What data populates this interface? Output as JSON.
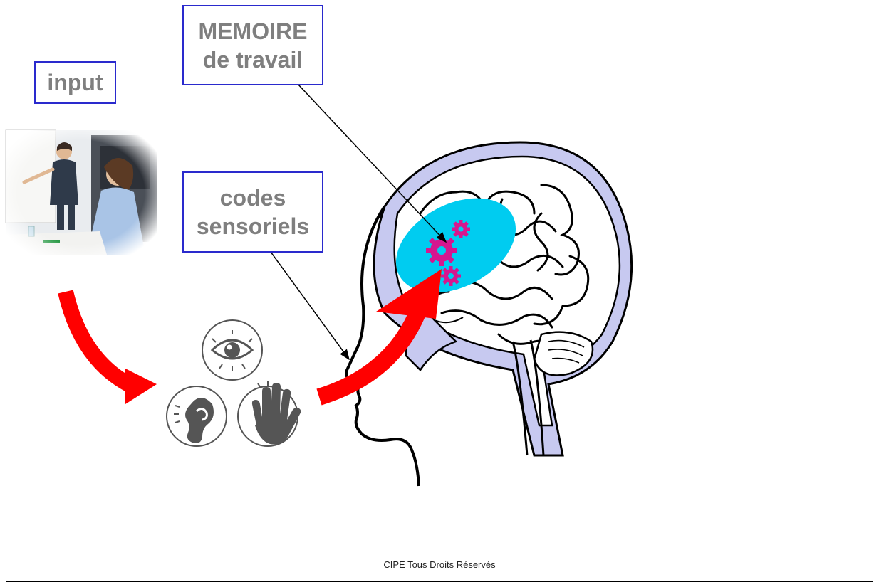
{
  "labels": {
    "input": "input",
    "memoire": "MEMOIRE\nde travail",
    "codes": "codes\nsensoriels"
  },
  "footer": "CIPE Tous Droits Réservés",
  "icons": [
    "classroom-photo",
    "eye-icon",
    "ear-icon",
    "hand-icon",
    "brain-head",
    "gears-icon"
  ],
  "colors": {
    "arrow": "#ff0000",
    "memory_region": "#00ccf0",
    "gears": "#d6168f",
    "brain_outer": "#c7c9f0",
    "label_border": "#2a2acd",
    "label_text": "#7f7f7f"
  }
}
